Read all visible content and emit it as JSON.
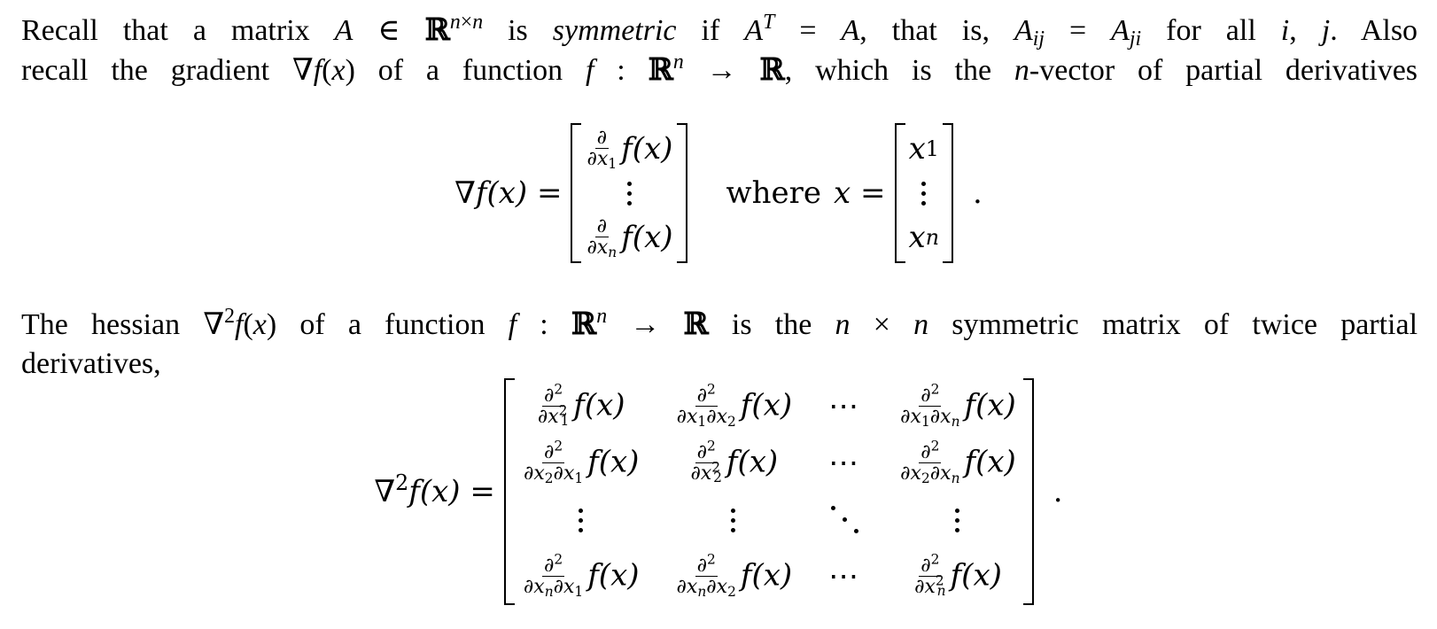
{
  "paragraph1": {
    "line1": {
      "a": "Recall that a matrix",
      "b": "is",
      "c": "symmetric",
      "d": "if",
      "e": "that is,",
      "f": "for all",
      "g": "Also"
    },
    "line2": {
      "a": "recall the gradient",
      "b": "of a function",
      "c": "which is the",
      "d": "-vector of partial derivatives"
    }
  },
  "gradient_display": {
    "lhs": "∇f(x) =",
    "where": "where",
    "x_eq": "x =",
    "row1": "f(x)",
    "rown": "f(x)",
    "x1": "x",
    "x1_sub": "1",
    "xn": "x",
    "xn_sub": "n",
    "period": "."
  },
  "paragraph2": {
    "line1": {
      "a": "The hessian",
      "b": "of a function",
      "c": "is the",
      "d": "symmetric matrix of twice partial"
    },
    "line2": "derivatives,"
  },
  "hessian_display": {
    "lhs_nabla": "∇",
    "lhs_sup": "2",
    "lhs_rest": "f(x) =",
    "cell_text": "f(x)",
    "cdots": "⋯",
    "period": "."
  }
}
